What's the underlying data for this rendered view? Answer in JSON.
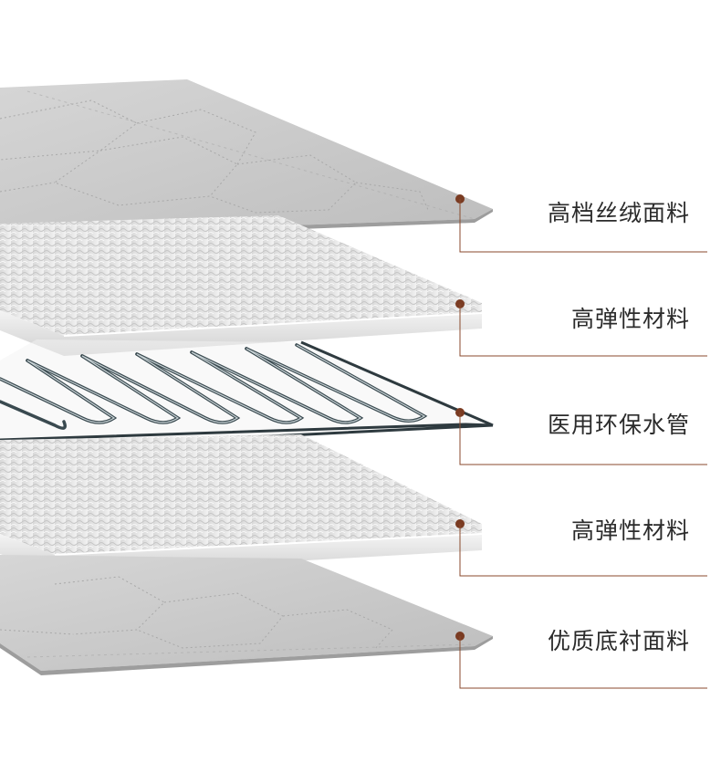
{
  "layers": [
    {
      "label": "高档丝绒面料",
      "material": "quilted-fabric"
    },
    {
      "label": "高弹性材料",
      "material": "foam"
    },
    {
      "label": "医用环保水管",
      "material": "water-pipe"
    },
    {
      "label": "高弹性材料",
      "material": "foam"
    },
    {
      "label": "优质底衬面料",
      "material": "quilted-fabric"
    }
  ],
  "colors": {
    "callout": "#8a4a2c",
    "dot": "#7a3b22",
    "fabric": "#c9c9c9",
    "foam": "#eeeeee",
    "pipe": "#3a4a50"
  }
}
